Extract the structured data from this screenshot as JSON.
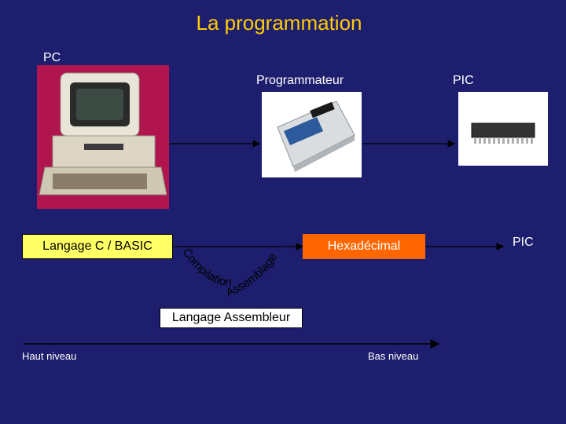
{
  "slide": {
    "title": "La programmation",
    "pc_label": "PC",
    "programmer_label": "Programmateur",
    "pic_label_top": "PIC",
    "pic_label_right": "PIC",
    "box_source": "Langage C / BASIC",
    "box_hex": "Hexadécimal",
    "box_asm": "Langage Assembleur",
    "arc_compilation": "Compilation",
    "arc_assemblage": "Assemblage",
    "axis_left": "Haut niveau",
    "axis_right": "Bas niveau"
  },
  "colors": {
    "background": "#1e1e6e",
    "title": "#ffcc00",
    "source_box": "#ffff66",
    "hex_box": "#ff6600",
    "asm_box": "#ffffff"
  }
}
